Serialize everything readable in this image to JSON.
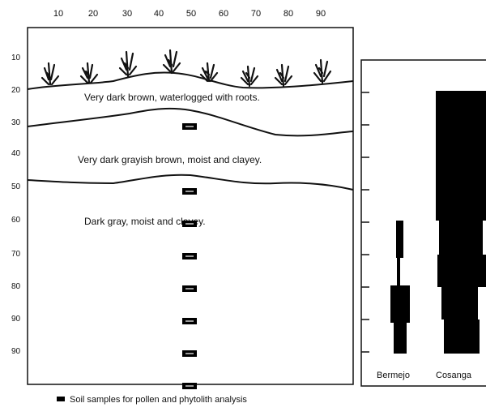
{
  "profile": {
    "x_ticks": [
      "10",
      "20",
      "30",
      "40",
      "50",
      "60",
      "70",
      "80",
      "90"
    ],
    "y_ticks": [
      "10",
      "20",
      "30",
      "40",
      "50",
      "60",
      "70",
      "80",
      "90",
      "90"
    ],
    "layers": [
      {
        "text": "Very dark brown, waterlogged with roots."
      },
      {
        "text": "Very dark grayish brown, moist and clayey."
      },
      {
        "text": "Dark gray, moist and clayey."
      }
    ],
    "sample_depths": [
      35,
      55,
      65,
      75,
      85,
      95,
      105,
      115
    ]
  },
  "side_chart": {
    "labels": [
      "Bermejo",
      "Cosanga"
    ]
  },
  "legend": {
    "text": "Soil samples for pollen and phytolith analysis"
  }
}
